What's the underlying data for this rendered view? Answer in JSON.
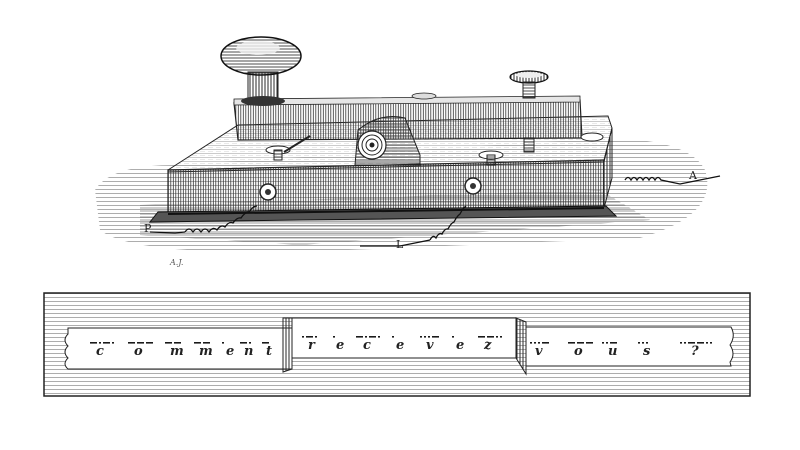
{
  "figure": {
    "subject": "telegraph key engraving",
    "terminal_labels": {
      "left": "P",
      "middle": "L",
      "right": "A"
    },
    "signature": "A.J."
  },
  "tape": {
    "segments": [
      {
        "word": "comment",
        "letters": [
          {
            "char": "c",
            "code": "-.-."
          },
          {
            "char": "o",
            "code": "---"
          },
          {
            "char": "m",
            "code": "--"
          },
          {
            "char": "m",
            "code": "--"
          },
          {
            "char": "e",
            "code": "."
          },
          {
            "char": "n",
            "code": "-."
          },
          {
            "char": "t",
            "code": "-"
          }
        ]
      },
      {
        "word": "recevez",
        "letters": [
          {
            "char": "r",
            "code": ".-."
          },
          {
            "char": "e",
            "code": "."
          },
          {
            "char": "c",
            "code": "-.-."
          },
          {
            "char": "e",
            "code": "."
          },
          {
            "char": "v",
            "code": "...-"
          },
          {
            "char": "e",
            "code": "."
          },
          {
            "char": "z",
            "code": "--.."
          }
        ]
      },
      {
        "word": "vous ?",
        "letters": [
          {
            "char": "v",
            "code": "...-"
          },
          {
            "char": "o",
            "code": "---"
          },
          {
            "char": "u",
            "code": "..-"
          },
          {
            "char": "s",
            "code": "..."
          },
          {
            "char": "?",
            "code": "..--.."
          }
        ]
      }
    ]
  },
  "colors": {
    "ink": "#1a1a1a",
    "paper": "#ffffff",
    "hatch": "#9a9a9a"
  }
}
